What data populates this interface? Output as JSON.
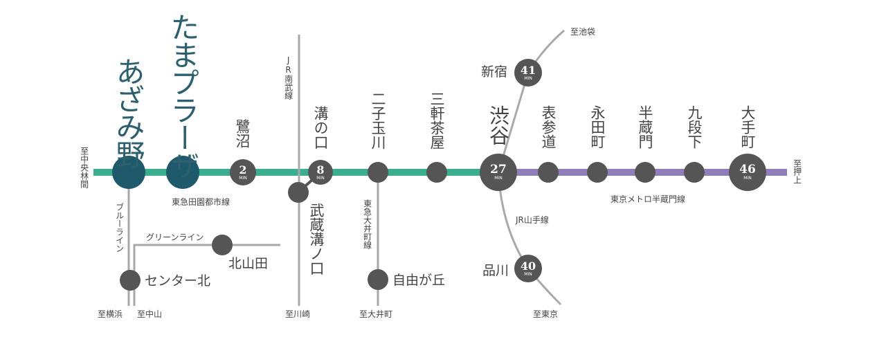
{
  "colors": {
    "den_en_toshi": "#3aae8f",
    "hanzomon": "#8f7fb8",
    "gray_line": "#a9a9a9",
    "main_station": "#1e5a6b",
    "station": "#555555",
    "text": "#444444"
  },
  "stations": {
    "azamino": "あざみ野",
    "tama_plaza": "たまプラーザ",
    "saginuma": "鷺沼",
    "mizonokuchi": "溝の口",
    "musashi_mizonokuchi": "武蔵溝ノ口",
    "futako_tamagawa": "二子玉川",
    "sangenjaya": "三軒茶屋",
    "shibuya": "渋谷",
    "omotesando": "表参道",
    "nagatacho": "永田町",
    "hanzomon": "半蔵門",
    "kudanshita": "九段下",
    "otemachi": "大手町",
    "shinjuku": "新宿",
    "shinagawa": "品川",
    "center_kita": "センター北",
    "kitayamata": "北山田",
    "jiyugaoka": "自由が丘"
  },
  "times": {
    "saginuma": "2",
    "mizonokuchi": "8",
    "shibuya": "27",
    "otemachi": "46",
    "shinjuku": "41",
    "shinagawa": "40",
    "unit": "MIN"
  },
  "lines": {
    "den_en_toshi": "東急田園都市線",
    "hanzomon": "東京メトロ半蔵門線",
    "yamanote": "JR山手線",
    "nambu": "JR南武線",
    "oimachi": "東急大井町線",
    "blue": "ブルーライン",
    "green": "グリーンライン"
  },
  "directions": {
    "chuo_rinkan": "至中央林間",
    "oshiage": "至押上",
    "ikebukuro": "至池袋",
    "tokyo": "至東京",
    "yokohama": "至横浜",
    "nakayama": "至中山",
    "kawasaki": "至川崎",
    "oimachi": "至大井町"
  }
}
